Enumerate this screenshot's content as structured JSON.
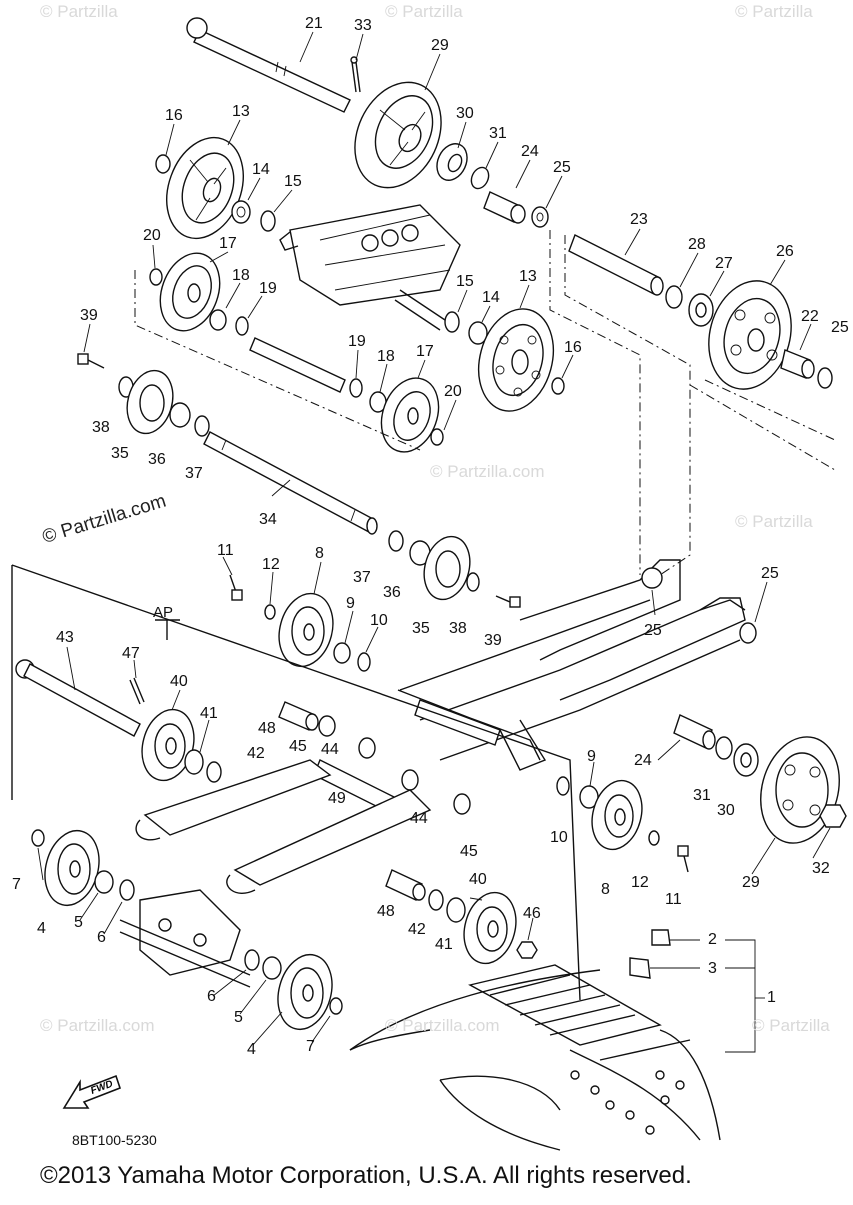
{
  "diagram": {
    "ref_code": "8BT100-5230",
    "copyright": "©2013 Yamaha Motor Corporation, U.S.A. All rights reserved.",
    "watermark": "© Partzilla.com",
    "watermark_short": "© Partzilla",
    "ap_label": "AP",
    "fwd_label": "FWD",
    "callouts": [
      {
        "id": "c21",
        "label": "21"
      },
      {
        "id": "c33",
        "label": "33"
      },
      {
        "id": "c29a",
        "label": "29"
      },
      {
        "id": "c16a",
        "label": "16"
      },
      {
        "id": "c13a",
        "label": "13"
      },
      {
        "id": "c30a",
        "label": "30"
      },
      {
        "id": "c31a",
        "label": "31"
      },
      {
        "id": "c24a",
        "label": "24"
      },
      {
        "id": "c25a",
        "label": "25"
      },
      {
        "id": "c14a",
        "label": "14"
      },
      {
        "id": "c15a",
        "label": "15"
      },
      {
        "id": "c20a",
        "label": "20"
      },
      {
        "id": "c17a",
        "label": "17"
      },
      {
        "id": "c18a",
        "label": "18"
      },
      {
        "id": "c19a",
        "label": "19"
      },
      {
        "id": "c23",
        "label": "23"
      },
      {
        "id": "c28",
        "label": "28"
      },
      {
        "id": "c27",
        "label": "27"
      },
      {
        "id": "c26",
        "label": "26"
      },
      {
        "id": "c22",
        "label": "22"
      },
      {
        "id": "c25b",
        "label": "25"
      },
      {
        "id": "c39a",
        "label": "39"
      },
      {
        "id": "c15b",
        "label": "15"
      },
      {
        "id": "c14b",
        "label": "14"
      },
      {
        "id": "c13b",
        "label": "13"
      },
      {
        "id": "c19b",
        "label": "19"
      },
      {
        "id": "c18b",
        "label": "18"
      },
      {
        "id": "c17b",
        "label": "17"
      },
      {
        "id": "c16b",
        "label": "16"
      },
      {
        "id": "c20b",
        "label": "20"
      },
      {
        "id": "c38a",
        "label": "38"
      },
      {
        "id": "c35a",
        "label": "35"
      },
      {
        "id": "c36a",
        "label": "36"
      },
      {
        "id": "c37a",
        "label": "37"
      },
      {
        "id": "c34",
        "label": "34"
      },
      {
        "id": "c11a",
        "label": "11"
      },
      {
        "id": "c12a",
        "label": "12"
      },
      {
        "id": "c8a",
        "label": "8"
      },
      {
        "id": "c37b",
        "label": "37"
      },
      {
        "id": "c36b",
        "label": "36"
      },
      {
        "id": "c35b",
        "label": "35"
      },
      {
        "id": "c38b",
        "label": "38"
      },
      {
        "id": "c39b",
        "label": "39"
      },
      {
        "id": "c25c",
        "label": "25"
      },
      {
        "id": "c25d",
        "label": "25"
      },
      {
        "id": "c9a",
        "label": "9"
      },
      {
        "id": "c10a",
        "label": "10"
      },
      {
        "id": "c43",
        "label": "43"
      },
      {
        "id": "c47",
        "label": "47"
      },
      {
        "id": "c40a",
        "label": "40"
      },
      {
        "id": "c41a",
        "label": "41"
      },
      {
        "id": "c42a",
        "label": "42"
      },
      {
        "id": "c48a",
        "label": "48"
      },
      {
        "id": "c45a",
        "label": "45"
      },
      {
        "id": "c44a",
        "label": "44"
      },
      {
        "id": "c49",
        "label": "49"
      },
      {
        "id": "c44b",
        "label": "44"
      },
      {
        "id": "c45b",
        "label": "45"
      },
      {
        "id": "c24b",
        "label": "24"
      },
      {
        "id": "c9b",
        "label": "9"
      },
      {
        "id": "c31b",
        "label": "31"
      },
      {
        "id": "c30b",
        "label": "30"
      },
      {
        "id": "c10b",
        "label": "10"
      },
      {
        "id": "c8b",
        "label": "8"
      },
      {
        "id": "c12b",
        "label": "12"
      },
      {
        "id": "c11b",
        "label": "11"
      },
      {
        "id": "c29b",
        "label": "29"
      },
      {
        "id": "c32",
        "label": "32"
      },
      {
        "id": "c7a",
        "label": "7"
      },
      {
        "id": "c4a",
        "label": "4"
      },
      {
        "id": "c5a",
        "label": "5"
      },
      {
        "id": "c6a",
        "label": "6"
      },
      {
        "id": "c48b",
        "label": "48"
      },
      {
        "id": "c42b",
        "label": "42"
      },
      {
        "id": "c41b",
        "label": "41"
      },
      {
        "id": "c40b",
        "label": "40"
      },
      {
        "id": "c46",
        "label": "46"
      },
      {
        "id": "c2",
        "label": "2"
      },
      {
        "id": "c3",
        "label": "3"
      },
      {
        "id": "c1",
        "label": "1"
      },
      {
        "id": "c6b",
        "label": "6"
      },
      {
        "id": "c5b",
        "label": "5"
      },
      {
        "id": "c4b",
        "label": "4"
      },
      {
        "id": "c7b",
        "label": "7"
      }
    ]
  }
}
